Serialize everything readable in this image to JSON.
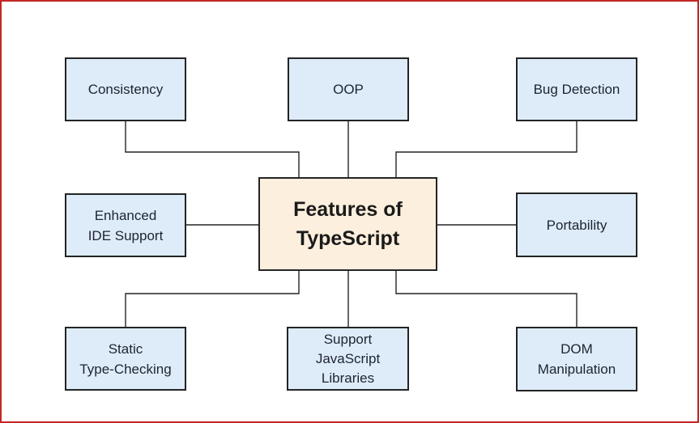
{
  "diagram": {
    "title": "Features of TypeScript",
    "center": {
      "label": "Features of\nTypeScript"
    },
    "nodes": {
      "consistency": {
        "label": "Consistency"
      },
      "oop": {
        "label": "OOP"
      },
      "bug_detection": {
        "label": "Bug Detection"
      },
      "enhanced_ide_support": {
        "label": "Enhanced\nIDE Support"
      },
      "portability": {
        "label": "Portability"
      },
      "static_type_checking": {
        "label": "Static\nType-Checking"
      },
      "support_javascript_libraries": {
        "label": "Support\nJavaScript\nLibraries"
      },
      "dom_manipulation": {
        "label": "DOM\nManipulation"
      }
    },
    "colors": {
      "feature_node_fill": "#deecf9",
      "center_node_fill": "#fcefdd",
      "node_border": "#242424",
      "connector_line": "#242424",
      "frame_border": "#c52626",
      "background": "#ffffff",
      "text": "#1d2430"
    }
  }
}
